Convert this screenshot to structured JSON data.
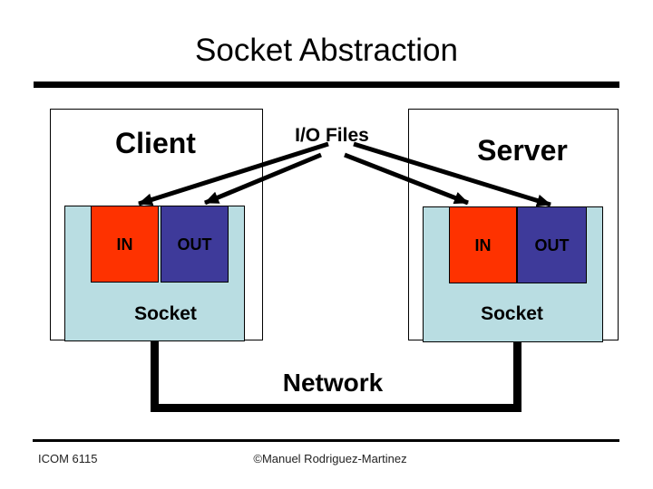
{
  "slide": {
    "title": "Socket Abstraction",
    "io_files_label": "I/O Files",
    "network_label": "Network",
    "client": {
      "title": "Client",
      "in_label": "IN",
      "out_label": "OUT",
      "socket_label": "Socket"
    },
    "server": {
      "title": "Server",
      "in_label": "IN",
      "out_label": "OUT",
      "socket_label": "Socket"
    },
    "footer": {
      "course": "ICOM 6115",
      "copyright": "©Manuel Rodriguez-Martinez"
    }
  },
  "colors": {
    "in-box": "#fe3200",
    "out-box": "#3e3a9a",
    "socket-box": "#b9dde2",
    "line": "#000000"
  }
}
